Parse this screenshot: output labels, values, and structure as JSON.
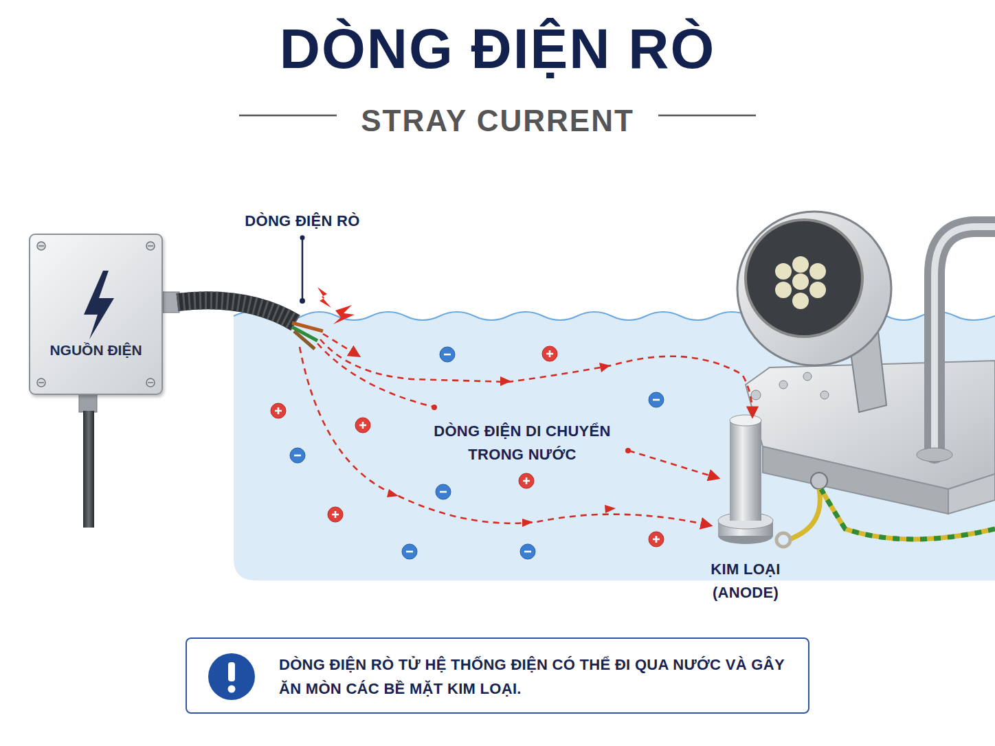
{
  "diagram": {
    "title": "DÒNG ĐIỆN RÒ",
    "nodes": [
      {
        "text": [
          "NGUỒN ĐIỆN"
        ]
      },
      {
        "text": [
          "DÒNG ĐIỆN RÒ TỬ HỆ THỐNG ĐIỆN CÓ THỂ ĐI QUA NƯỚC VÀ GÂY ĂN MÒN CÁC BỀ MẶT KIM LOẠI."
        ]
      }
    ],
    "labels": [
      "STRAY CURRENT",
      "DÒNG ĐIỆN RÒ",
      "DÒNG ĐIỆN DI CHUYỂN TRONG NƯỚC",
      "KIM LOẠI (ANODE)"
    ]
  }
}
